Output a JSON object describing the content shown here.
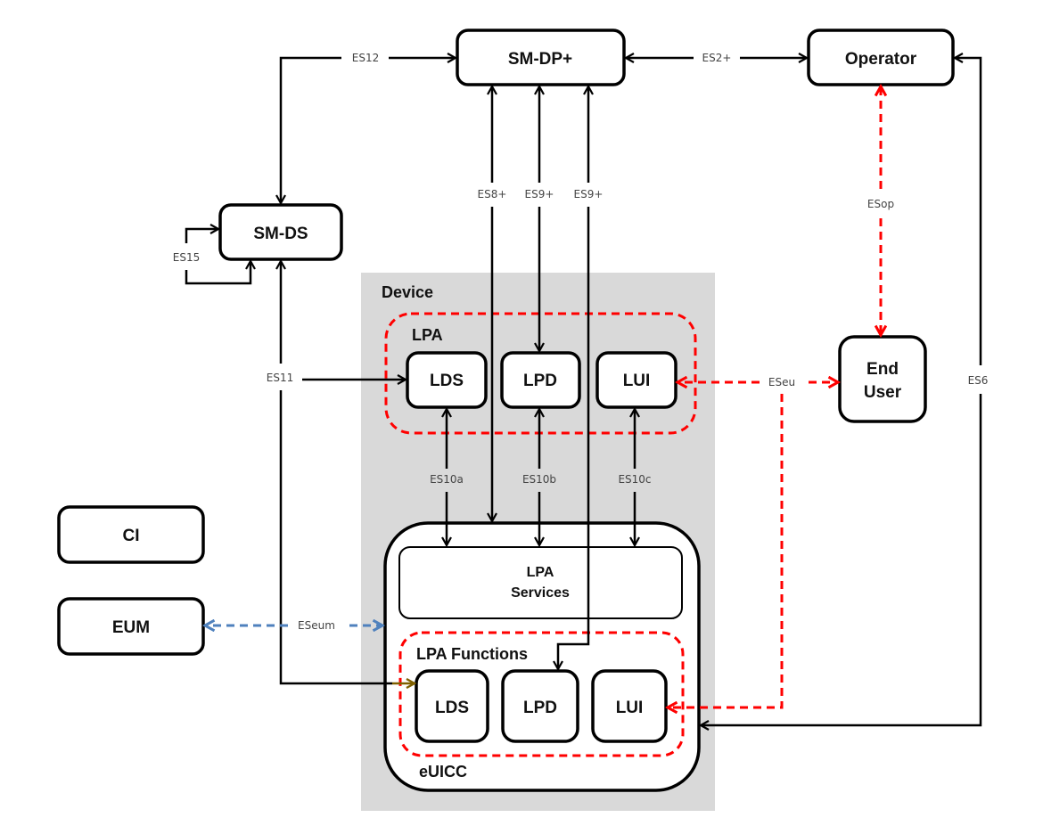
{
  "diagram": {
    "nodes": {
      "smdp": "SM-DP+",
      "operator": "Operator",
      "smds": "SM-DS",
      "end_user_line1": "End",
      "end_user_line2": "User",
      "ci": "CI",
      "eum": "EUM",
      "device": "Device",
      "lpa": "LPA",
      "lpa_lds": "LDS",
      "lpa_lpd": "LPD",
      "lpa_lui": "LUI",
      "lpa_services_line1": "LPA",
      "lpa_services_line2": "Services",
      "lpa_functions": "LPA Functions",
      "euicc_lds": "LDS",
      "euicc_lpd": "LPD",
      "euicc_lui": "LUI",
      "euicc": "eUICC"
    },
    "interfaces": {
      "es12": "ES12",
      "es2plus": "ES2+",
      "es8plus": "ES8+",
      "es9plus_lpa": "ES9+",
      "es9plus_euicc": "ES9+",
      "esop": "ESop",
      "es15": "ES15",
      "es11": "ES11",
      "eseu": "ESeu",
      "es6": "ES6",
      "es10a": "ES10a",
      "es10b": "ES10b",
      "es10c": "ES10c",
      "eseum": "ESeum"
    },
    "colors": {
      "device_bg": "#d9d9d9",
      "lpa_bg": "#eedba7",
      "lpa_functions_bg": "#fde396",
      "red_dashed": "#ff0000",
      "blue_dashed": "#4f81bd",
      "olive_arrow": "#7f6000"
    }
  }
}
